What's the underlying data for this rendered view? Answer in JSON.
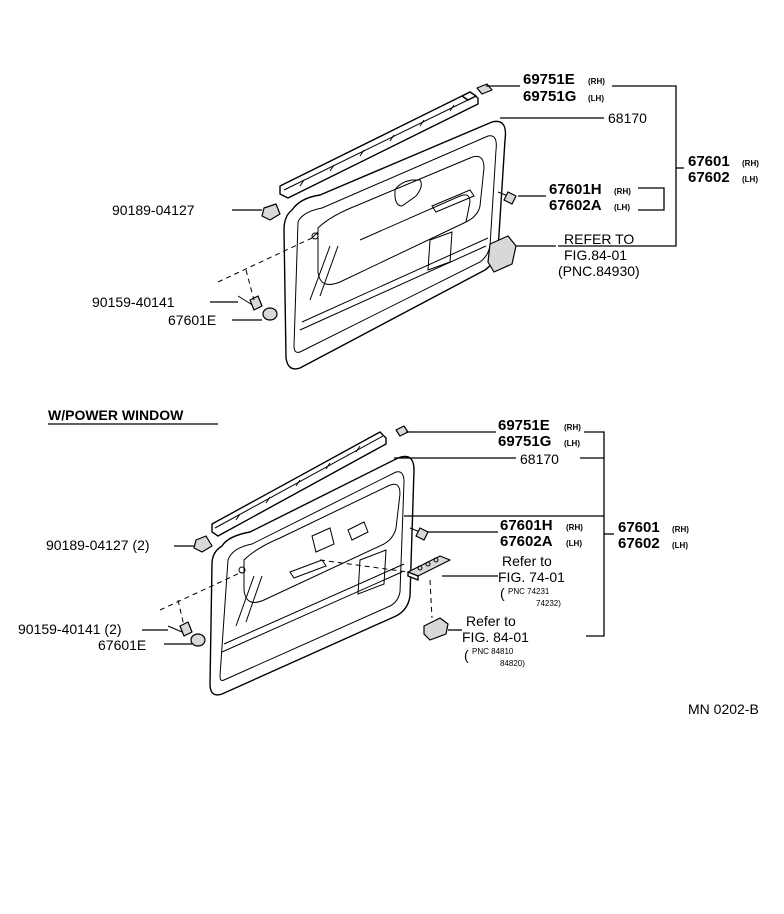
{
  "section_title": "W/POWER WINDOW",
  "figure_code": "MN 0202-B",
  "upper": {
    "p69751E": "69751E",
    "p69751E_side": "(RH)",
    "p69751G": "69751G",
    "p69751G_side": "(LH)",
    "p68170": "68170",
    "p67601": "67601",
    "p67601_side": "(RH)",
    "p67602": "67602",
    "p67602_side": "(LH)",
    "p67601H": "67601H",
    "p67601H_side": "(RH)",
    "p67602A": "67602A",
    "p67602A_side": "(LH)",
    "clip": "90189-04127",
    "screw": "90159-40141",
    "cap": "67601E",
    "ref_line1": "REFER TO",
    "ref_line2": "FIG.84-01",
    "ref_line3": "(PNC.84930)"
  },
  "lower": {
    "p69751E": "69751E",
    "p69751E_side": "(RH)",
    "p69751G": "69751G",
    "p69751G_side": "(LH)",
    "p68170": "68170",
    "p67601H": "67601H",
    "p67601H_side": "(RH)",
    "p67602A": "67602A",
    "p67602A_side": "(LH)",
    "p67601": "67601",
    "p67601_side": "(RH)",
    "p67602": "67602",
    "p67602_side": "(LH)",
    "clip": "90189-04127 (2)",
    "screw": "90159-40141 (2)",
    "cap": "67601E",
    "ref1_line1": "Refer to",
    "ref1_line2": "FIG. 74-01",
    "ref1_pnc_open": "(",
    "ref1_pnc_a": "PNC 74231",
    "ref1_pnc_b": "74232)",
    "ref2_line1": "Refer to",
    "ref2_line2": "FIG. 84-01",
    "ref2_pnc_open": "(",
    "ref2_pnc_a": "PNC 84810",
    "ref2_pnc_b": "84820)"
  }
}
